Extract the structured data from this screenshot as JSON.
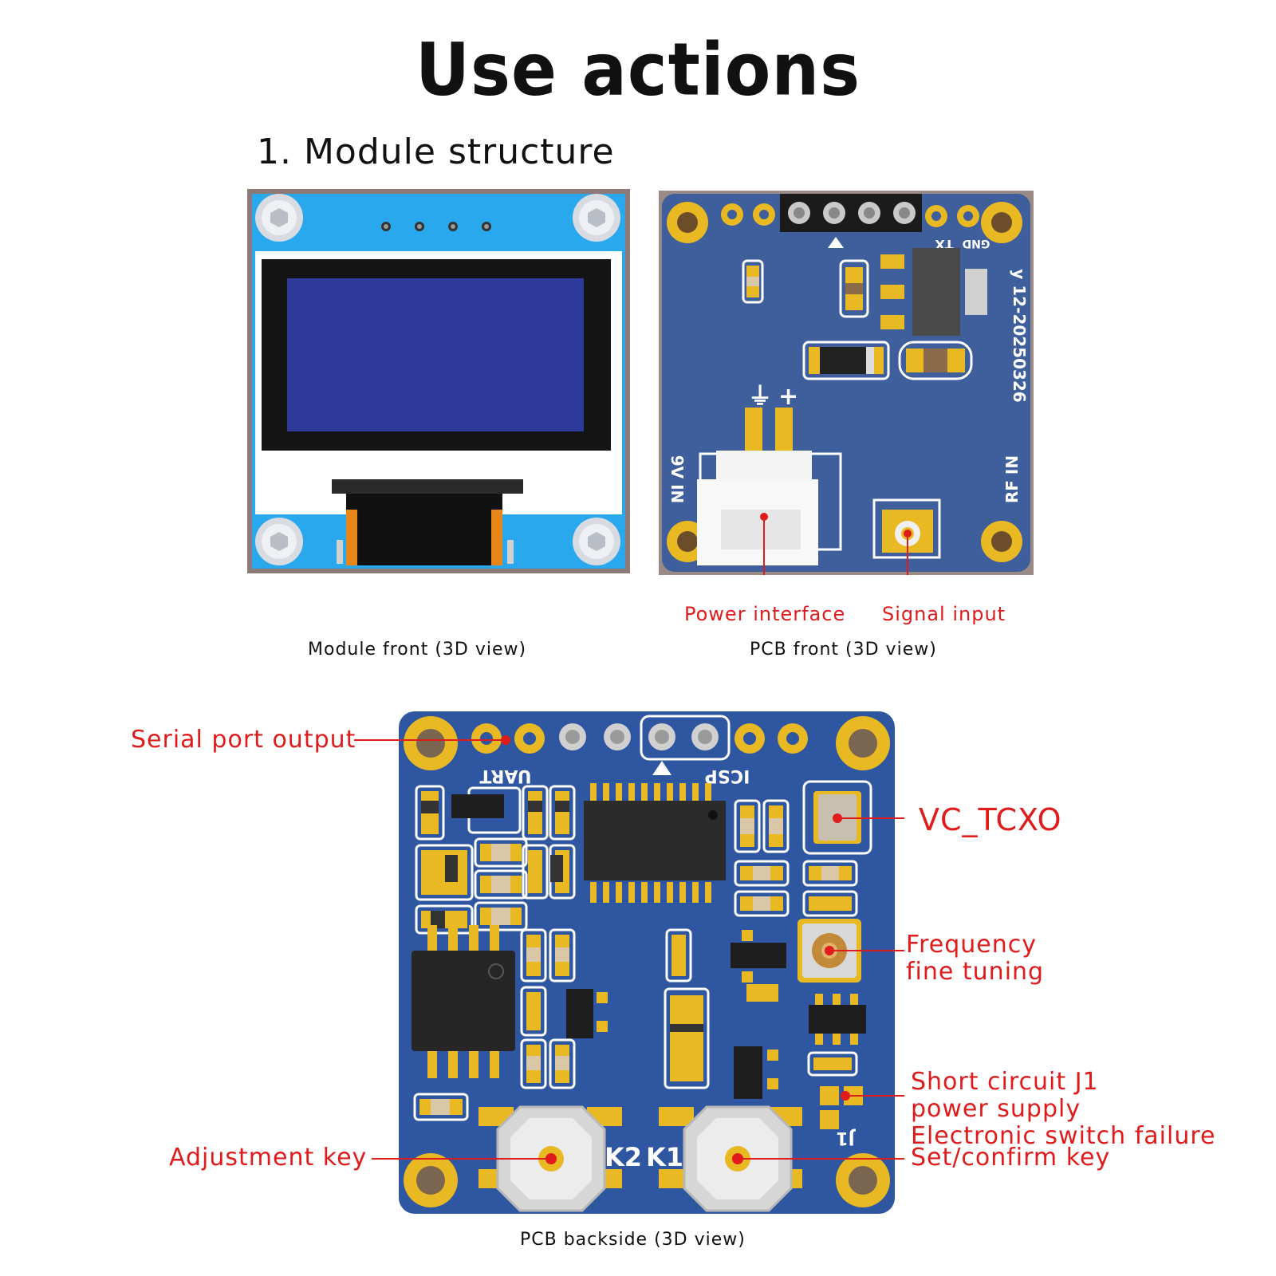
{
  "title": "Use actions",
  "section_heading": "1. Module structure",
  "captions": {
    "module_front": "Module front (3D view)",
    "pcb_front": "PCB front (3D view)",
    "pcb_back": "PCB backside (3D view)"
  },
  "pcb_front_labels": {
    "power_interface": "Power interface",
    "signal_input": "Signal input"
  },
  "pcb_front_silkscreen": {
    "tx": "TX",
    "gnd": "GND",
    "version": "y 12-20250326",
    "rf_in": "RF IN",
    "in_9v": "9V IN"
  },
  "pcb_back_labels": {
    "serial_port_output": "Serial port output",
    "vc_tcxo": "VC_TCXO",
    "frequency_fine_tuning": [
      "Frequency",
      "fine tuning"
    ],
    "short_circuit_j1": [
      "Short circuit J1",
      "power supply",
      "Electronic switch failure"
    ],
    "adjustment_key": "Adjustment key",
    "set_confirm_key": "Set/confirm key"
  },
  "pcb_back_silkscreen": {
    "uart": "UART",
    "icsp": "ICSP",
    "k1": "K1",
    "k2": "K2",
    "j1": "J1"
  },
  "colors": {
    "label_red": "#e01b1b",
    "pcb_blue": "#2f56a0",
    "gold_pad": "#e8b923",
    "oled_blue": "#2e3a9a",
    "module_blue": "#2aa8ee"
  }
}
